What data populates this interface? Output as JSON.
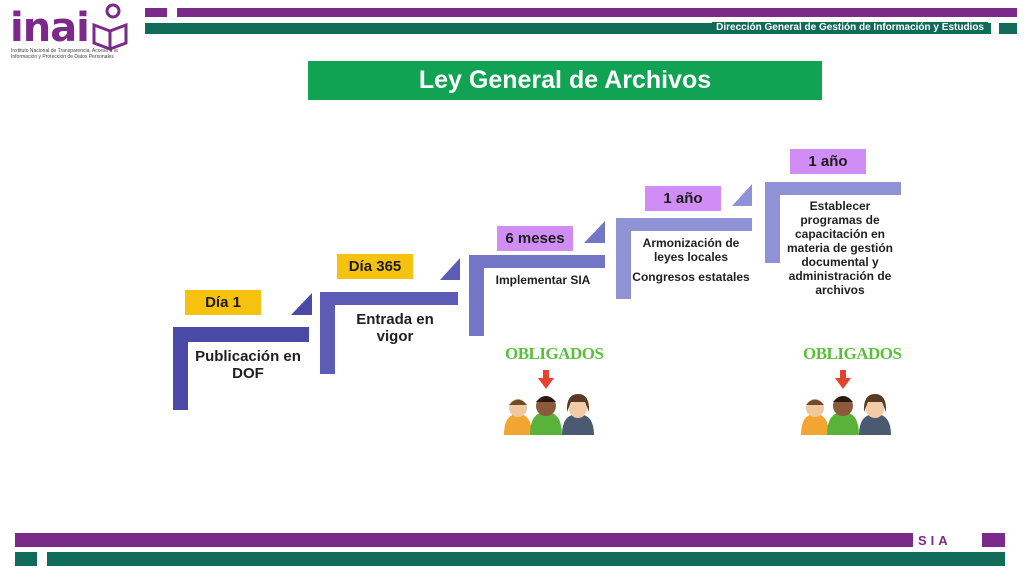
{
  "header": {
    "logo_text": "inai",
    "logo_subtitle": "Instituto Nacional de Transparencia, Acceso a la Información y Protección de Datos Personales",
    "caption": "Dirección General de Gestión de Información y Estudios"
  },
  "title": "Ley General de Archivos",
  "steps": [
    {
      "tag": "Día 1",
      "text": "Publicación en DOF"
    },
    {
      "tag": "Día 365",
      "text": "Entrada en vigor"
    },
    {
      "tag": "6 meses",
      "text": "Implementar SIA"
    },
    {
      "tag": "1 año",
      "text_lines": [
        "Armonización de leyes locales",
        "Congresos estatales"
      ]
    },
    {
      "tag": "1 año",
      "text": "Establecer programas de capacitación en materia de gestión documental y administración de archivos"
    }
  ],
  "obligados": [
    "OBLIGADOS",
    "OBLIGADOS"
  ],
  "footer": {
    "label": "SIA"
  },
  "colors": {
    "purple": "#7b2a8a",
    "teal": "#116b59",
    "green": "#0fa353",
    "yellow": "#f7c20e",
    "lilac": "#cf8df5",
    "step_dark": "#4a4aa6",
    "step_light": "#8f93d6"
  }
}
